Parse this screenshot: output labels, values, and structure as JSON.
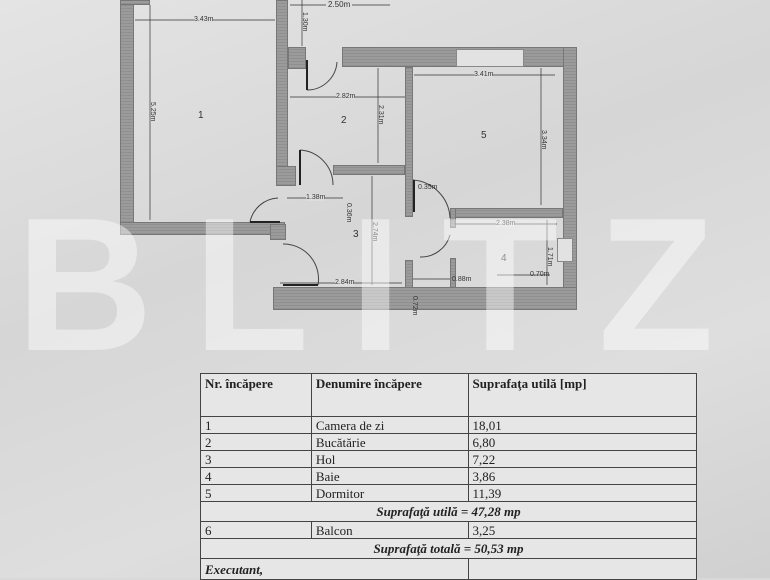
{
  "watermark": "BLITZ",
  "floor_plan": {
    "rooms": [
      "1",
      "2",
      "3",
      "4",
      "5"
    ],
    "dimensions": {
      "r1_width": "3.43m",
      "r1_height": "5.25m",
      "balcony_width": "2.50m",
      "balcony_depth": "1.30m",
      "r2_width": "2.82m",
      "r2_height": "2.31m",
      "r5_width": "3.41m",
      "r5_height": "3.34m",
      "hall_width": "1.38m",
      "hall_step": "0.36m",
      "hall_height": "2.74m",
      "hall_bottom": "2.84m",
      "r4_door": "0.35m",
      "r4_width": "2.38m",
      "r4_height": "1.71m",
      "r4_niche": "0.70m",
      "wall_gap": "0.88m",
      "wall_thick": "0.72m"
    }
  },
  "table": {
    "headers": [
      "Nr. încăpere",
      "Denumire încăpere",
      "Suprafaţa utilă [mp]"
    ],
    "rows": [
      {
        "nr": "1",
        "name": "Camera de zi",
        "area": "18,01"
      },
      {
        "nr": "2",
        "name": "Bucătărie",
        "area": "6,80"
      },
      {
        "nr": "3",
        "name": "Hol",
        "area": "7,22"
      },
      {
        "nr": "4",
        "name": "Baie",
        "area": "3,86"
      },
      {
        "nr": "5",
        "name": "Dormitor",
        "area": "11,39"
      }
    ],
    "subtotal": "Suprafaţă utilă = 47,28 mp",
    "balcony": {
      "nr": "6",
      "name": "Balcon",
      "area": "3,25"
    },
    "total": "Suprafaţă totală = 50,53 mp",
    "executant": "Executant,"
  }
}
